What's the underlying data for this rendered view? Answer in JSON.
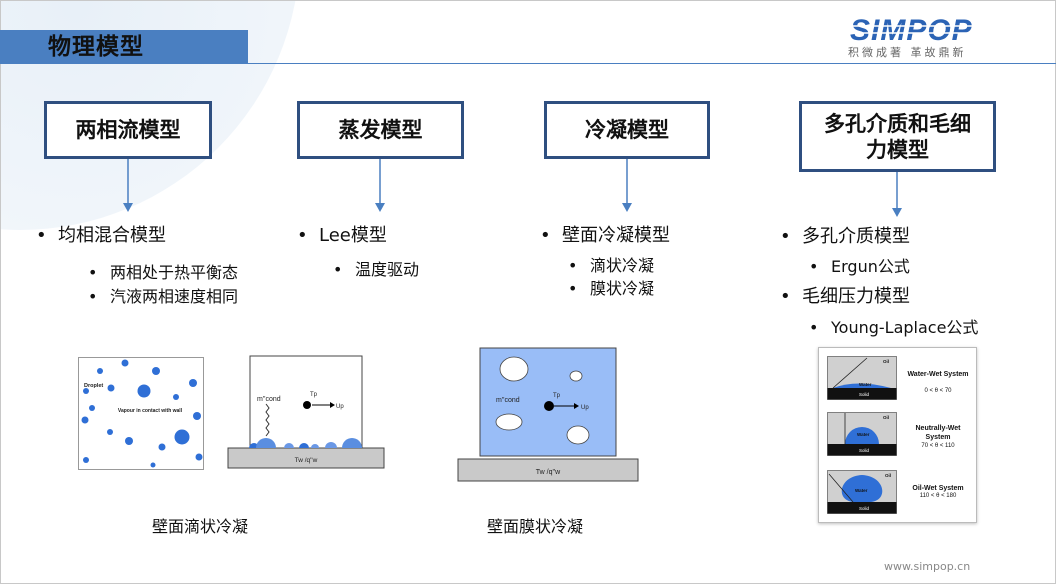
{
  "slide": {
    "title": "物理模型",
    "logo_text": "SIMPOP",
    "logo_tagline": "积微成著 革故鼎新",
    "footer_url": "www.simpop.cn"
  },
  "categories": [
    {
      "title": "两相流模型",
      "bullets": [
        {
          "text": "均相混合模型",
          "subs": [
            "两相处于热平衡态",
            "汽液两相速度相同"
          ]
        }
      ]
    },
    {
      "title": "蒸发模型",
      "bullets": [
        {
          "text": "Lee模型",
          "subs": [
            "温度驱动"
          ]
        }
      ]
    },
    {
      "title": "冷凝模型",
      "bullets": [
        {
          "text": "壁面冷凝模型",
          "subs": [
            "滴状冷凝",
            "膜状冷凝"
          ]
        }
      ]
    },
    {
      "title": "多孔介质和毛细力模型",
      "bullets": [
        {
          "text": "多孔介质模型",
          "subs": [
            "Ergun公式"
          ]
        },
        {
          "text": "毛细压力模型",
          "subs": [
            "Young-Laplace公式"
          ]
        }
      ]
    }
  ],
  "figures": {
    "droplet_panel": {
      "label": "Droplet",
      "vapour_text": "Vapour in contact with wall"
    },
    "dropwise": {
      "m_label": "m''cond",
      "tp_label": "Tp",
      "up_label": "Up",
      "wall_label": "Tw /q''w",
      "caption": "壁面滴状冷凝"
    },
    "filmwise": {
      "m_label": "m''cond",
      "tp_label": "Tp",
      "up_label": "Up",
      "wall_label": "Tw /q''w",
      "caption": "壁面膜状冷凝"
    },
    "wetting": [
      {
        "oil": "Oil",
        "water": "Water",
        "solid": "Solid",
        "title": "Water-Wet System",
        "range": "0 < θ < 70"
      },
      {
        "oil": "Oil",
        "water": "Water",
        "solid": "Solid",
        "title": "Neutrally-Wet System",
        "range": "70 < θ < 110"
      },
      {
        "oil": "Oil",
        "water": "Water",
        "solid": "Solid",
        "title": "Oil-Wet System",
        "range": "110 < θ < 180"
      }
    ]
  },
  "colors": {
    "accent": "#4a7fc1",
    "box_border": "#2f4f80",
    "drop_blue": "#2f6fd6",
    "film_blue": "#99bdf7",
    "wall_gray": "#c9c9c9"
  }
}
